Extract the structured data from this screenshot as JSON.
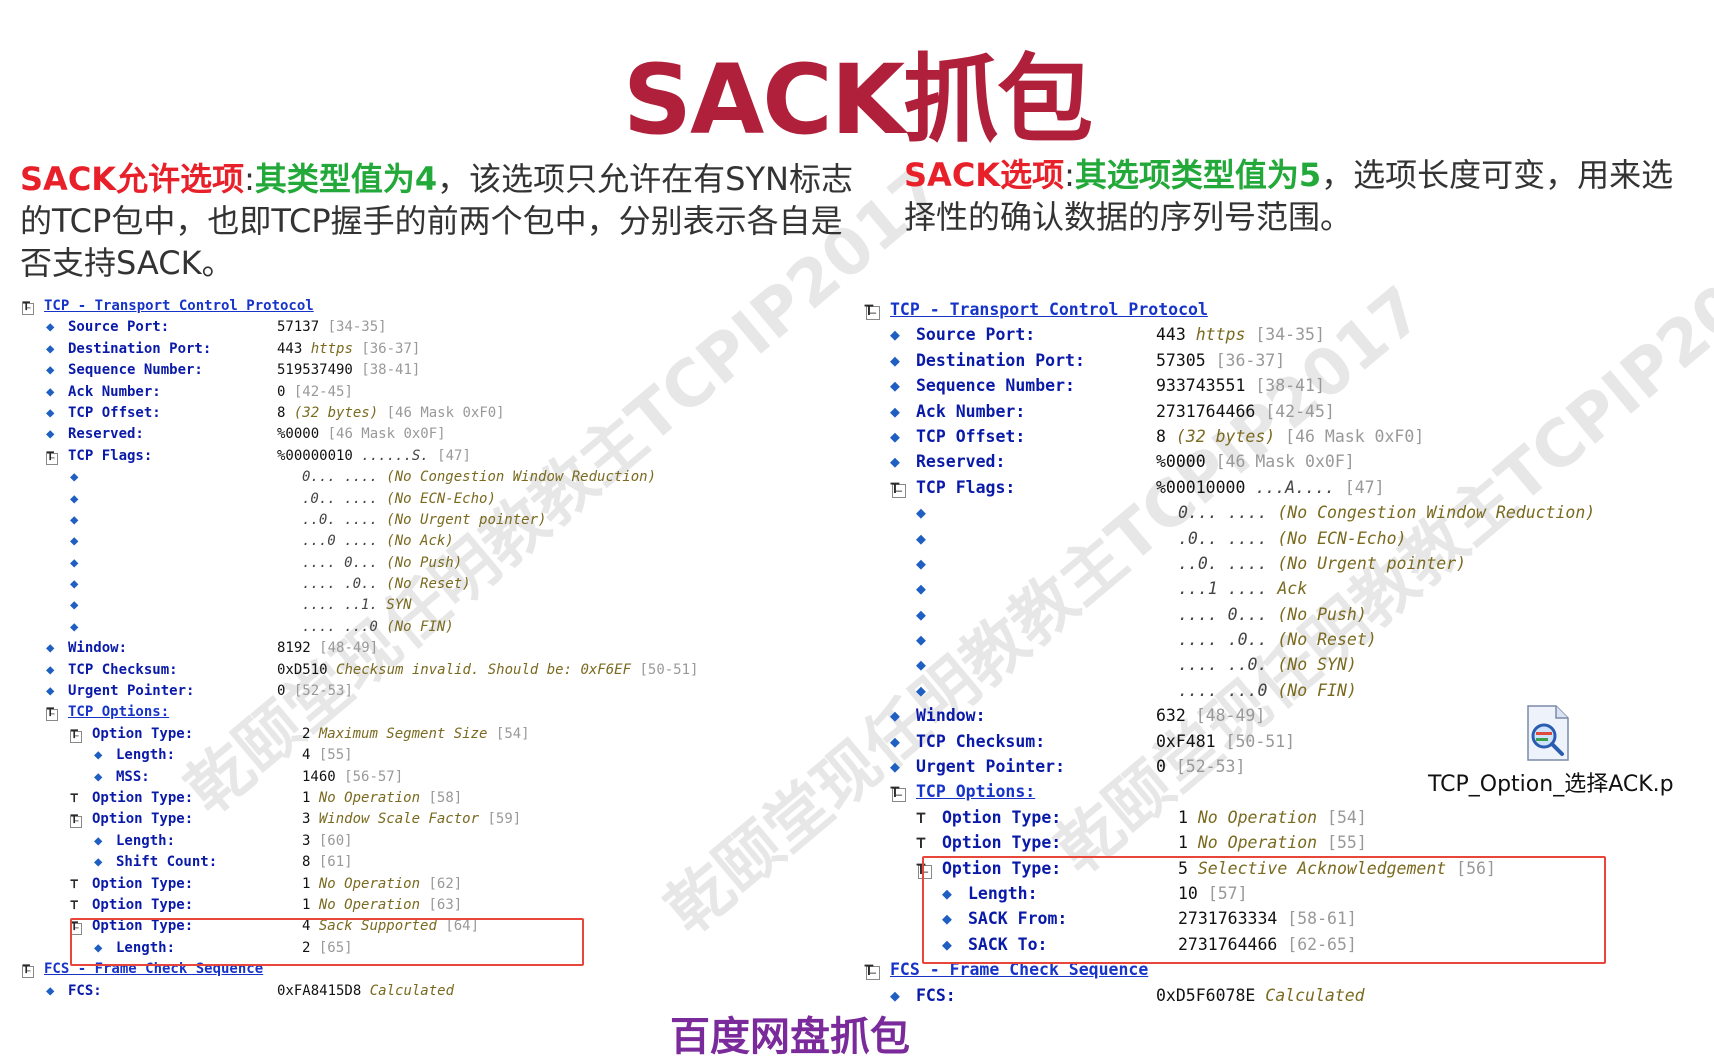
{
  "title": "SACK抓包",
  "left_desc": {
    "label": "SACK允许选项",
    "colon": ":",
    "highlight": "其类型值为4",
    "text": "，该选项只允许在有SYN标志的TCP包中，也即TCP握手的前两个包中，分别表示各自是否支持SACK。"
  },
  "right_desc": {
    "label": "SACK选项",
    "colon": ":",
    "highlight": "其选项类型值为5",
    "text": "，选项长度可变，用来选择性的确认数据的序列号范围。"
  },
  "left_tree": [
    {
      "indent": 0,
      "toggle": "−",
      "icon": "T",
      "name": "TCP - Transport Control Protocol",
      "link": true
    },
    {
      "indent": 1,
      "icon": "D",
      "name": "Source Port:",
      "val": "57137",
      "gray": "[34-35]"
    },
    {
      "indent": 1,
      "icon": "D",
      "name": "Destination Port:",
      "val": "443",
      "note": "https",
      "gray": "[36-37]"
    },
    {
      "indent": 1,
      "icon": "D",
      "name": "Sequence Number:",
      "val": "519537490",
      "gray": "[38-41]"
    },
    {
      "indent": 1,
      "icon": "D",
      "name": "Ack Number:",
      "val": "0",
      "gray": "[42-45]"
    },
    {
      "indent": 1,
      "icon": "D",
      "name": "TCP Offset:",
      "val": "8",
      "note": "(32 bytes)",
      "gray": "[46 Mask 0xF0]"
    },
    {
      "indent": 1,
      "icon": "D",
      "name": "Reserved:",
      "val": "%0000",
      "gray": "[46 Mask 0x0F]"
    },
    {
      "indent": 1,
      "toggle": "−",
      "icon": "T",
      "name": "TCP Flags:",
      "val": "%00000010",
      "bits": "......S.",
      "gray": "[47]"
    },
    {
      "indent": 2,
      "icon": "D",
      "bits": "0... ....",
      "note": "(No Congestion Window Reduction)"
    },
    {
      "indent": 2,
      "icon": "D",
      "bits": ".0.. ....",
      "note": "(No ECN-Echo)"
    },
    {
      "indent": 2,
      "icon": "D",
      "bits": "..0. ....",
      "note": "(No Urgent pointer)"
    },
    {
      "indent": 2,
      "icon": "D",
      "bits": "...0 ....",
      "note": "(No Ack)"
    },
    {
      "indent": 2,
      "icon": "D",
      "bits": ".... 0...",
      "note": "(No Push)"
    },
    {
      "indent": 2,
      "icon": "D",
      "bits": ".... .0..",
      "note": "(No Reset)"
    },
    {
      "indent": 2,
      "icon": "D",
      "bits": ".... ..1.",
      "note": "SYN"
    },
    {
      "indent": 2,
      "icon": "D",
      "bits": ".... ...0",
      "note": "(No FIN)"
    },
    {
      "indent": 1,
      "icon": "D",
      "name": "Window:",
      "val": "8192",
      "gray": "[48-49]"
    },
    {
      "indent": 1,
      "icon": "D",
      "name": "TCP Checksum:",
      "val": "0xD510",
      "note": "Checksum invalid. Should be:    0xF6EF",
      "gray": "[50-51]"
    },
    {
      "indent": 1,
      "icon": "D",
      "name": "Urgent Pointer:",
      "val": "0",
      "gray": "[52-53]"
    },
    {
      "indent": 1,
      "toggle": "−",
      "icon": "T",
      "name": "TCP Options:",
      "link": true
    },
    {
      "indent": 2,
      "toggle": "−",
      "icon": "T",
      "name": "Option Type:",
      "val": "2",
      "note": "Maximum Segment Size",
      "gray": "[54]",
      "col": "opt"
    },
    {
      "indent": 3,
      "icon": "D",
      "name": "Length:",
      "val": "4",
      "gray": "[55]",
      "col": "opt"
    },
    {
      "indent": 3,
      "icon": "D",
      "name": "MSS:",
      "val": "1460",
      "gray": "[56-57]",
      "col": "opt"
    },
    {
      "indent": 2,
      "icon": "T",
      "name": "Option Type:",
      "val": "1",
      "note": "No Operation",
      "gray": "[58]",
      "col": "opt"
    },
    {
      "indent": 2,
      "toggle": "−",
      "icon": "T",
      "name": "Option Type:",
      "val": "3",
      "note": "Window Scale Factor",
      "gray": "[59]",
      "col": "opt"
    },
    {
      "indent": 3,
      "icon": "D",
      "name": "Length:",
      "val": "3",
      "gray": "[60]",
      "col": "opt"
    },
    {
      "indent": 3,
      "icon": "D",
      "name": "Shift Count:",
      "val": "8",
      "gray": "[61]",
      "col": "opt"
    },
    {
      "indent": 2,
      "icon": "T",
      "name": "Option Type:",
      "val": "1",
      "note": "No Operation",
      "gray": "[62]",
      "col": "opt"
    },
    {
      "indent": 2,
      "icon": "T",
      "name": "Option Type:",
      "val": "1",
      "note": "No Operation",
      "gray": "[63]",
      "col": "opt"
    },
    {
      "indent": 2,
      "toggle": "−",
      "icon": "T",
      "name": "Option Type:",
      "val": "4",
      "note": "Sack Supported",
      "gray": "[64]",
      "col": "opt"
    },
    {
      "indent": 3,
      "icon": "D",
      "name": "Length:",
      "val": "2",
      "gray": "[65]",
      "col": "opt"
    },
    {
      "indent": 0,
      "toggle": "−",
      "icon": "T",
      "name": "FCS - Frame Check Sequence",
      "link": true
    },
    {
      "indent": 1,
      "icon": "D",
      "name": "FCS:",
      "val": "0xFA8415D8",
      "note": "Calculated"
    }
  ],
  "right_tree": [
    {
      "indent": 0,
      "toggle": "−",
      "icon": "T",
      "name": "TCP - Transport Control Protocol",
      "link": true
    },
    {
      "indent": 1,
      "icon": "D",
      "name": "Source Port:",
      "val": "443",
      "note": "https",
      "gray": "[34-35]"
    },
    {
      "indent": 1,
      "icon": "D",
      "name": "Destination Port:",
      "val": "57305",
      "gray": "[36-37]"
    },
    {
      "indent": 1,
      "icon": "D",
      "name": "Sequence Number:",
      "val": "933743551",
      "gray": "[38-41]"
    },
    {
      "indent": 1,
      "icon": "D",
      "name": "Ack Number:",
      "val": "2731764466",
      "gray": "[42-45]"
    },
    {
      "indent": 1,
      "icon": "D",
      "name": "TCP Offset:",
      "val": "8",
      "note": "(32 bytes)",
      "gray": "[46 Mask 0xF0]"
    },
    {
      "indent": 1,
      "icon": "D",
      "name": "Reserved:",
      "val": "%0000",
      "gray": "[46 Mask 0x0F]"
    },
    {
      "indent": 1,
      "toggle": "−",
      "icon": "T",
      "name": "TCP Flags:",
      "val": "%00010000",
      "bits": "...A....",
      "gray": "[47]"
    },
    {
      "indent": 2,
      "icon": "D",
      "bits": "0... ....",
      "note": "(No Congestion Window Reduction)"
    },
    {
      "indent": 2,
      "icon": "D",
      "bits": ".0.. ....",
      "note": "(No ECN-Echo)"
    },
    {
      "indent": 2,
      "icon": "D",
      "bits": "..0. ....",
      "note": "(No Urgent pointer)"
    },
    {
      "indent": 2,
      "icon": "D",
      "bits": "...1 ....",
      "note": "Ack"
    },
    {
      "indent": 2,
      "icon": "D",
      "bits": ".... 0...",
      "note": "(No Push)"
    },
    {
      "indent": 2,
      "icon": "D",
      "bits": ".... .0..",
      "note": "(No Reset)"
    },
    {
      "indent": 2,
      "icon": "D",
      "bits": ".... ..0.",
      "note": "(No SYN)"
    },
    {
      "indent": 2,
      "icon": "D",
      "bits": ".... ...0",
      "note": "(No FIN)"
    },
    {
      "indent": 1,
      "icon": "D",
      "name": "Window:",
      "val": "632",
      "gray": "[48-49]"
    },
    {
      "indent": 1,
      "icon": "D",
      "name": "TCP Checksum:",
      "val": "0xF481",
      "gray": "[50-51]"
    },
    {
      "indent": 1,
      "icon": "D",
      "name": "Urgent Pointer:",
      "val": "0",
      "gray": "[52-53]"
    },
    {
      "indent": 1,
      "toggle": "−",
      "icon": "T",
      "name": "TCP Options:",
      "link": true
    },
    {
      "indent": 2,
      "icon": "T",
      "name": "Option Type:",
      "val": "1",
      "note": "No Operation",
      "gray": "[54]",
      "col": "opt"
    },
    {
      "indent": 2,
      "icon": "T",
      "name": "Option Type:",
      "val": "1",
      "note": "No Operation",
      "gray": "[55]",
      "col": "opt"
    },
    {
      "indent": 2,
      "toggle": "−",
      "icon": "T",
      "name": "Option Type:",
      "val": "5",
      "note": "Selective Acknowledgement",
      "gray": "[56]",
      "col": "opt"
    },
    {
      "indent": 3,
      "icon": "D",
      "name": "Length:",
      "val": "10",
      "gray": "[57]",
      "col": "opt"
    },
    {
      "indent": 3,
      "icon": "D",
      "name": "SACK From:",
      "val": "2731763334",
      "gray": "[58-61]",
      "col": "opt"
    },
    {
      "indent": 3,
      "icon": "D",
      "name": "SACK To:",
      "val": "2731764466",
      "gray": "[62-65]",
      "col": "opt"
    },
    {
      "indent": 0,
      "toggle": "−",
      "icon": "T",
      "name": "FCS - Frame Check Sequence",
      "link": true
    },
    {
      "indent": 1,
      "icon": "D",
      "name": "FCS:",
      "val": "0xD5F6078E",
      "note": "Calculated"
    }
  ],
  "attachment": {
    "filename": "TCP_Option_选择ACK.p",
    "icon": "packet-file-icon"
  },
  "footer": "百度网盘抓包",
  "watermark": [
    "乾颐堂现任明教教主TCPIP2017",
    "乾颐堂现任明教教主TCPIP2017",
    "乾颐堂现任明教教主TCPIP2017"
  ],
  "colors": {
    "title": "#b0203a",
    "label_red": "#e8202a",
    "label_green": "#23a83a",
    "highlight_box": "#e8463a",
    "footer": "#7a2a9a"
  }
}
